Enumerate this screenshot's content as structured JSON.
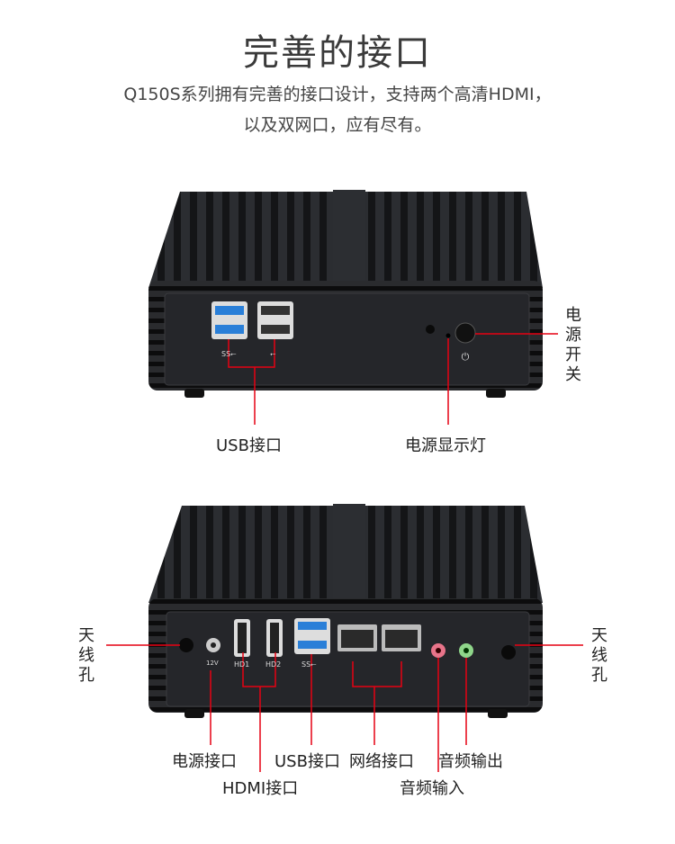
{
  "header": {
    "title": "完善的接口",
    "subtitle_line1": "Q150S系列拥有完善的接口设计，支持两个高清HDMI，",
    "subtitle_line2": "以及双网口，应有尽有。"
  },
  "front_view": {
    "labels": {
      "usb": "USB接口",
      "power_led": "电源显示灯",
      "power_switch": "电源开关"
    },
    "port_marks": {
      "usb3": "SS⭠",
      "usb2": "⭠"
    }
  },
  "rear_view": {
    "labels": {
      "antenna_left": "天线孔",
      "antenna_right": "天线孔",
      "dc_power": "电源接口",
      "hdmi": "HDMI接口",
      "usb": "USB接口",
      "lan": "网络接口",
      "audio_out": "音频输出",
      "audio_in": "音频输入"
    },
    "port_marks": {
      "dc": "12V",
      "hd1": "HD1",
      "hd2": "HD2",
      "usb3": "SS⭠"
    }
  },
  "colors": {
    "accent": "#e60012",
    "device": "#1e1f22"
  }
}
